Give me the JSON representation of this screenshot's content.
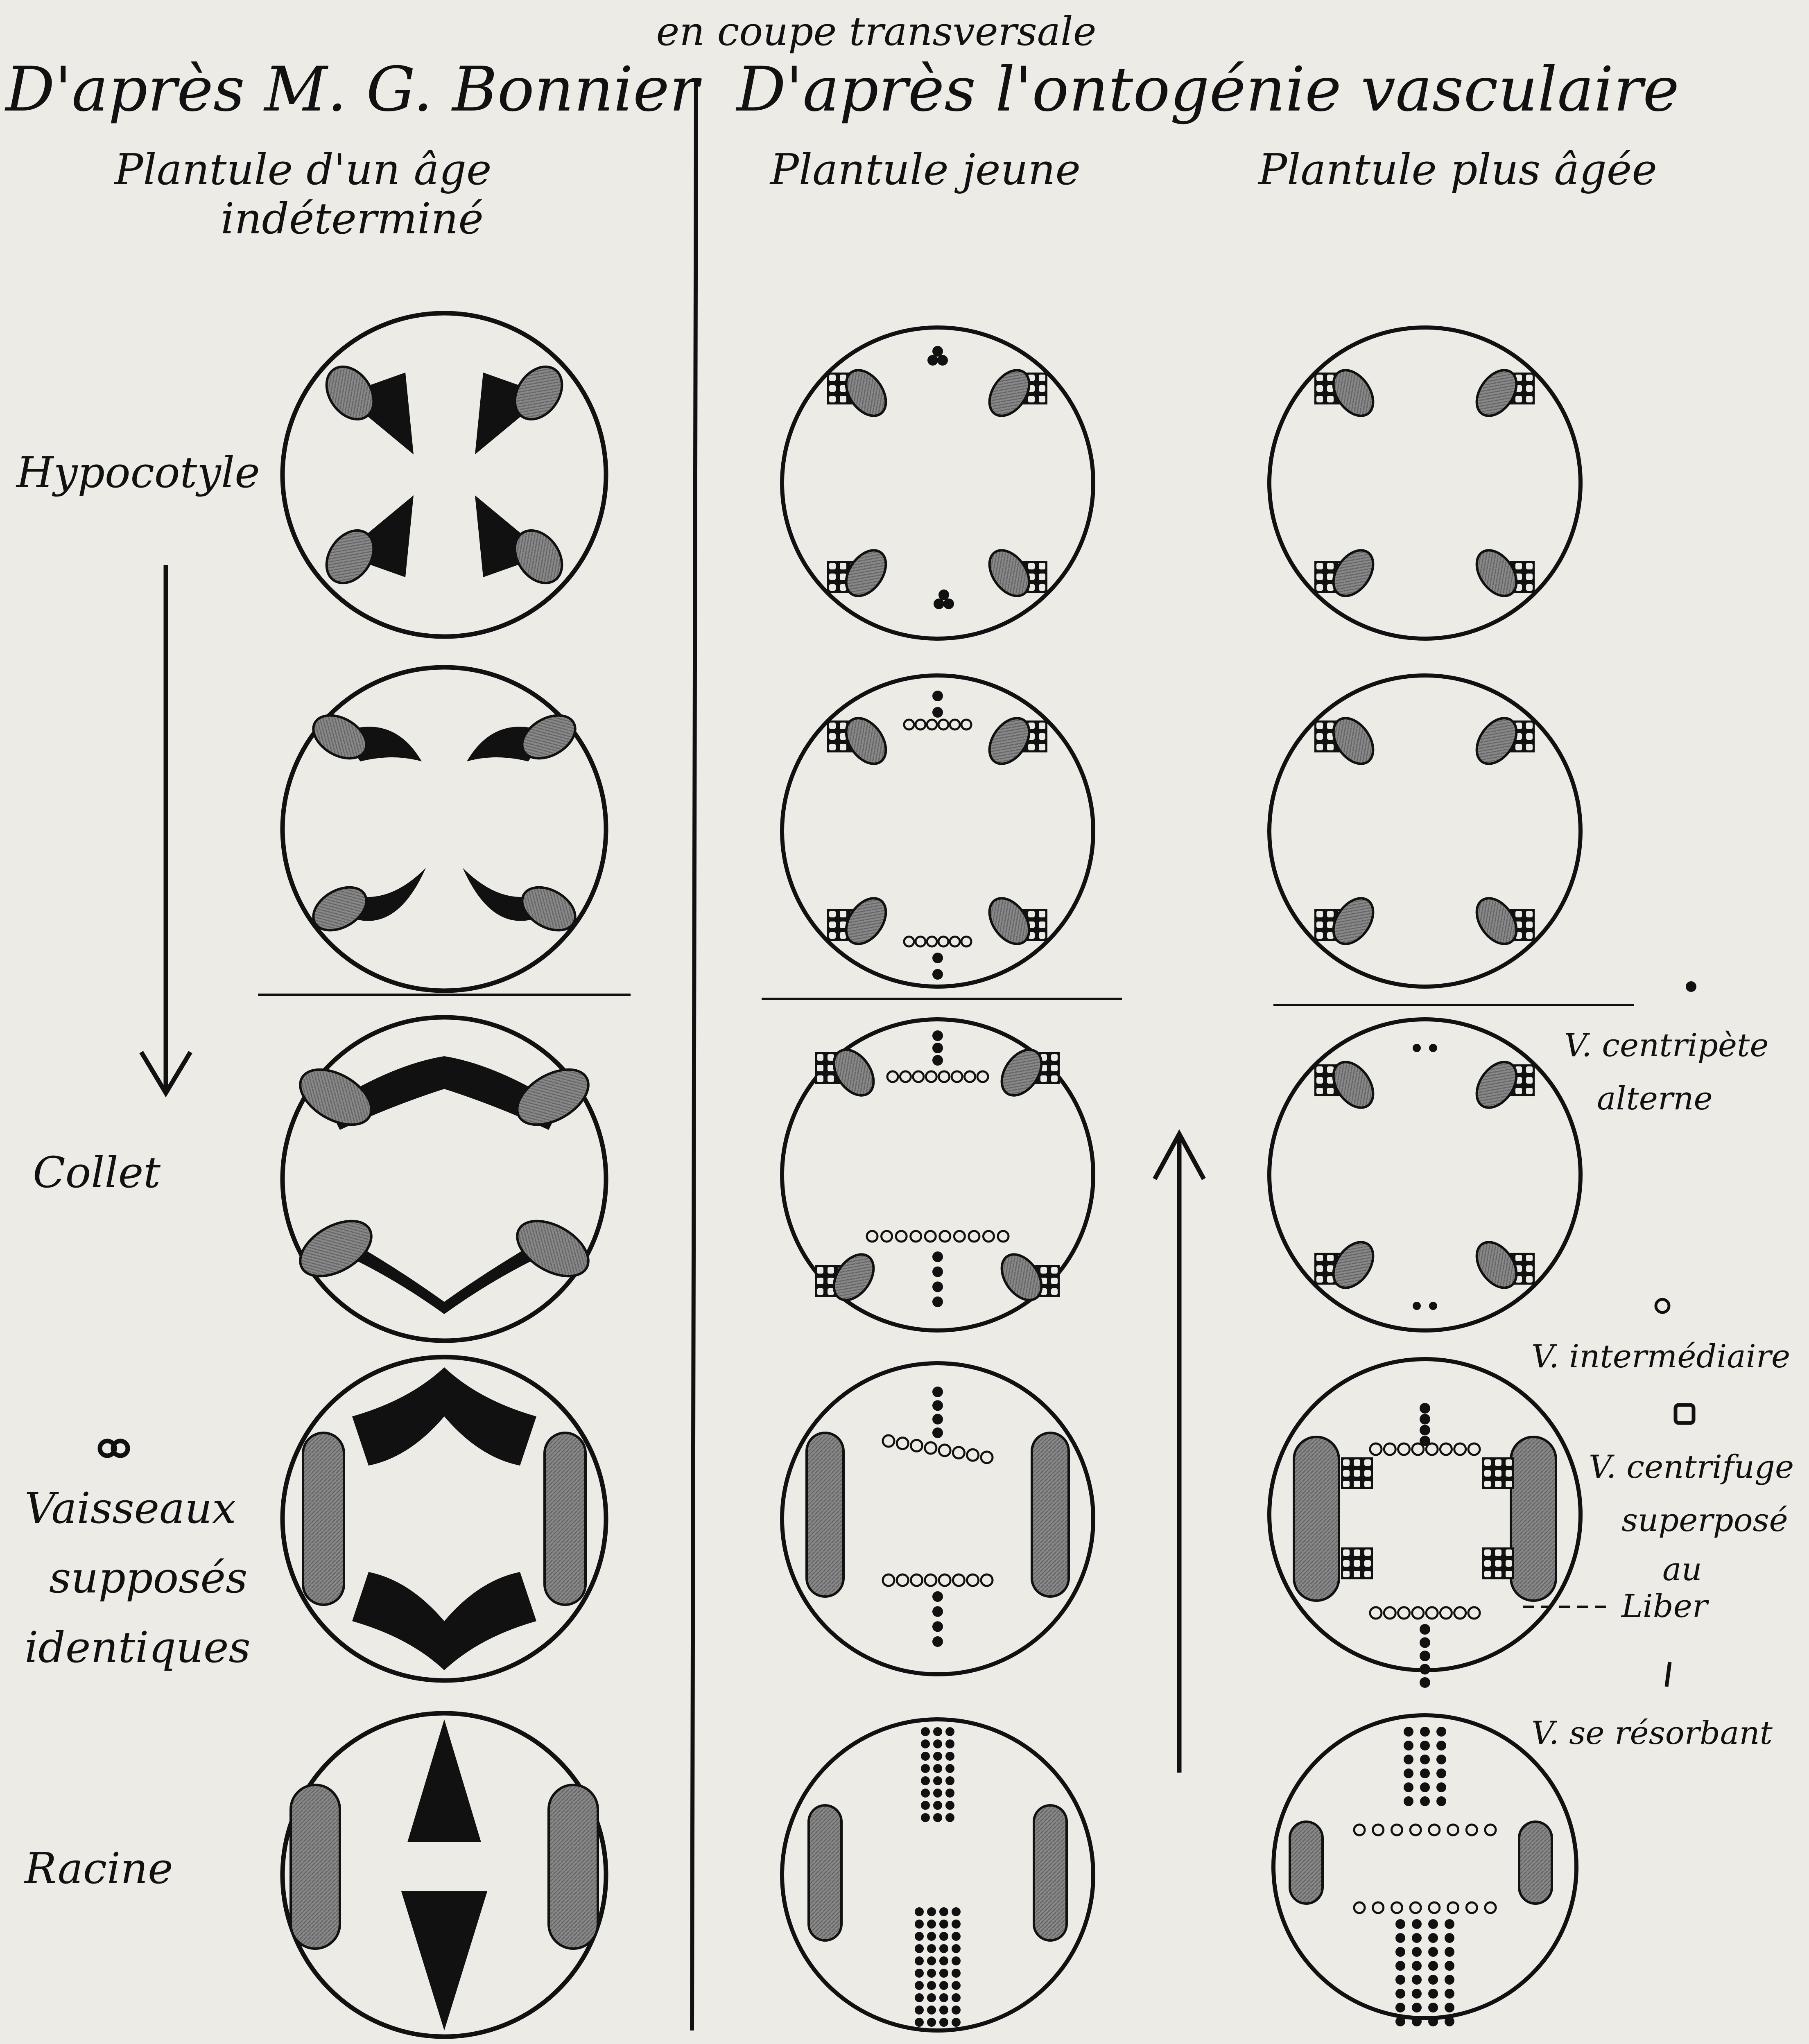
{
  "title": "en coupe transversale",
  "headings": {
    "left": "D'après M. G. Bonnier",
    "right": "D'après l'ontogénie vasculaire"
  },
  "column_labels": {
    "c1_line1": "Plantule d'un âge",
    "c1_line2": "indéterminé",
    "c2": "Plantule jeune",
    "c3": "Plantule plus âgée"
  },
  "level_labels": {
    "hypocotyle": "Hypocotyle",
    "collet": "Collet",
    "racine": "Racine"
  },
  "left_legend": {
    "line1": "Vaisseaux",
    "line2": "supposés",
    "line3": "identiques",
    "symbol_icon": "double-circle-icon"
  },
  "legend": {
    "centripete_line1": "V. centripète",
    "centripete_line2": "alterne",
    "intermediaire": "V. intermédiaire",
    "centrifuge_line1": "V. centrifuge",
    "centrifuge_line2": "superposé",
    "centrifuge_line3": "au",
    "liber": "Liber",
    "resorbant": "V. se résorbant"
  },
  "colors": {
    "ink": "#111111",
    "phloem": "#808080",
    "paper": "#ecebe6"
  }
}
